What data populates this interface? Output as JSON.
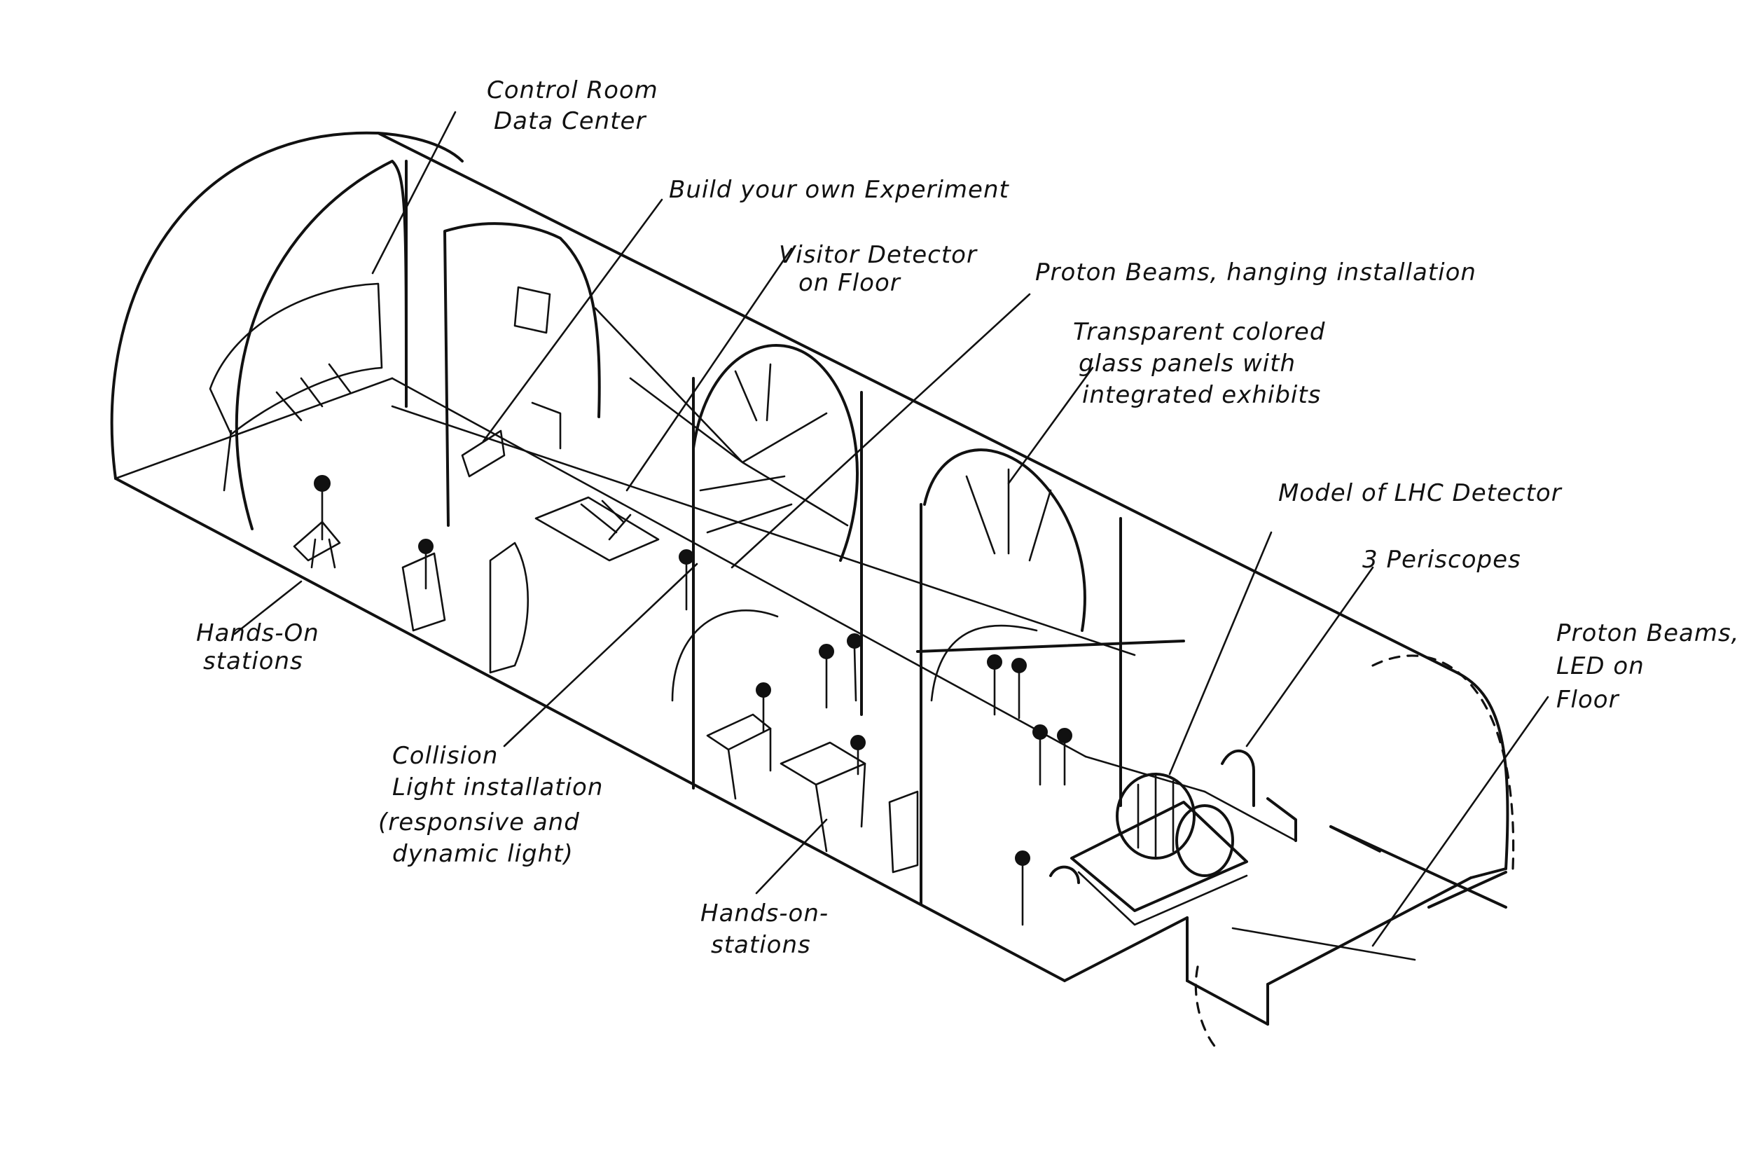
{
  "labels": {
    "control_room": [
      "Control Room",
      "Data Center"
    ],
    "build_experiment": [
      "Build your own Experiment"
    ],
    "visitor_detector": [
      "Visitor Detector",
      "on Floor"
    ],
    "proton_beams_hanging": [
      "Proton Beams, hanging installation"
    ],
    "glass_panels": [
      "Transparent colored",
      "glass panels with",
      "integrated exhibits"
    ],
    "lhc_model": [
      "Model of LHC Detector"
    ],
    "periscopes": [
      "3 Periscopes"
    ],
    "proton_beams_led": [
      "Proton Beams,",
      "LED on",
      "Floor"
    ],
    "hands_on_left": [
      "Hands-On",
      "stations"
    ],
    "collision_light": [
      "Collision",
      "Light installation",
      "(responsive and",
      "dynamic light)"
    ],
    "hands_on_center": [
      "Hands-on-",
      "stations"
    ]
  }
}
